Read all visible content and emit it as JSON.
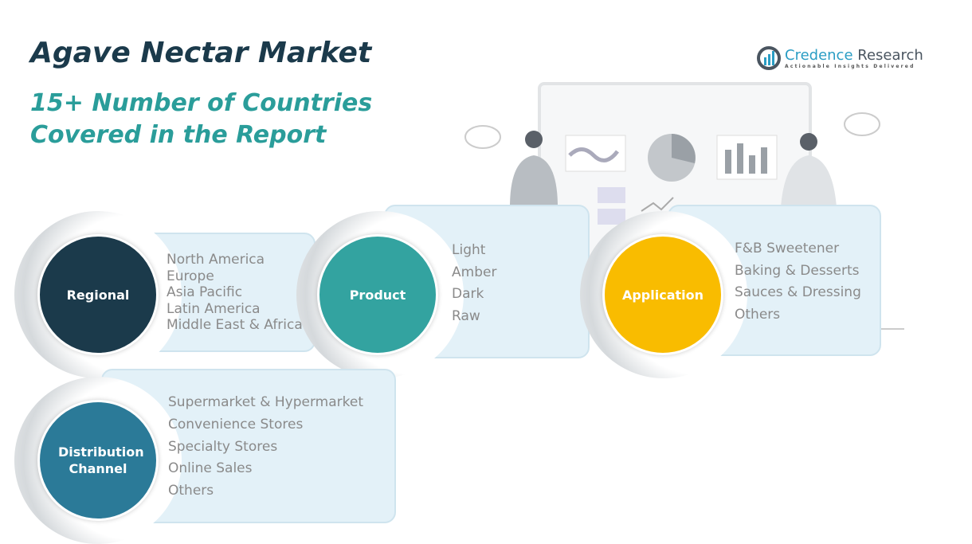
{
  "title": "Agave Nectar Market",
  "subtitle": [
    "15+ Number of Countries",
    "Covered in the Report"
  ],
  "logo": {
    "name1": "Credence",
    "name2": "Research",
    "tagline": "Actionable Insights Delivered"
  },
  "colors": {
    "regional": "#1b3a4b",
    "product": "#33a3a0",
    "application": "#f9bc00",
    "distribution": "#2b7a98"
  },
  "segments": [
    {
      "label": "Regional",
      "items": [
        "North America",
        "Europe",
        "Asia Pacific",
        "Latin America",
        "Middle East & Africa"
      ]
    },
    {
      "label": "Product",
      "items": [
        "Light",
        "Amber",
        "Dark",
        "Raw"
      ]
    },
    {
      "label": "Application",
      "items": [
        "F&B Sweetener",
        "Baking & Desserts",
        "Sauces & Dressing",
        "Others"
      ]
    },
    {
      "label": "Distribution Channel",
      "items": [
        "Supermarket & Hypermarket",
        "Convenience Stores",
        "Specialty Stores",
        "Online Sales",
        "Others"
      ]
    }
  ]
}
